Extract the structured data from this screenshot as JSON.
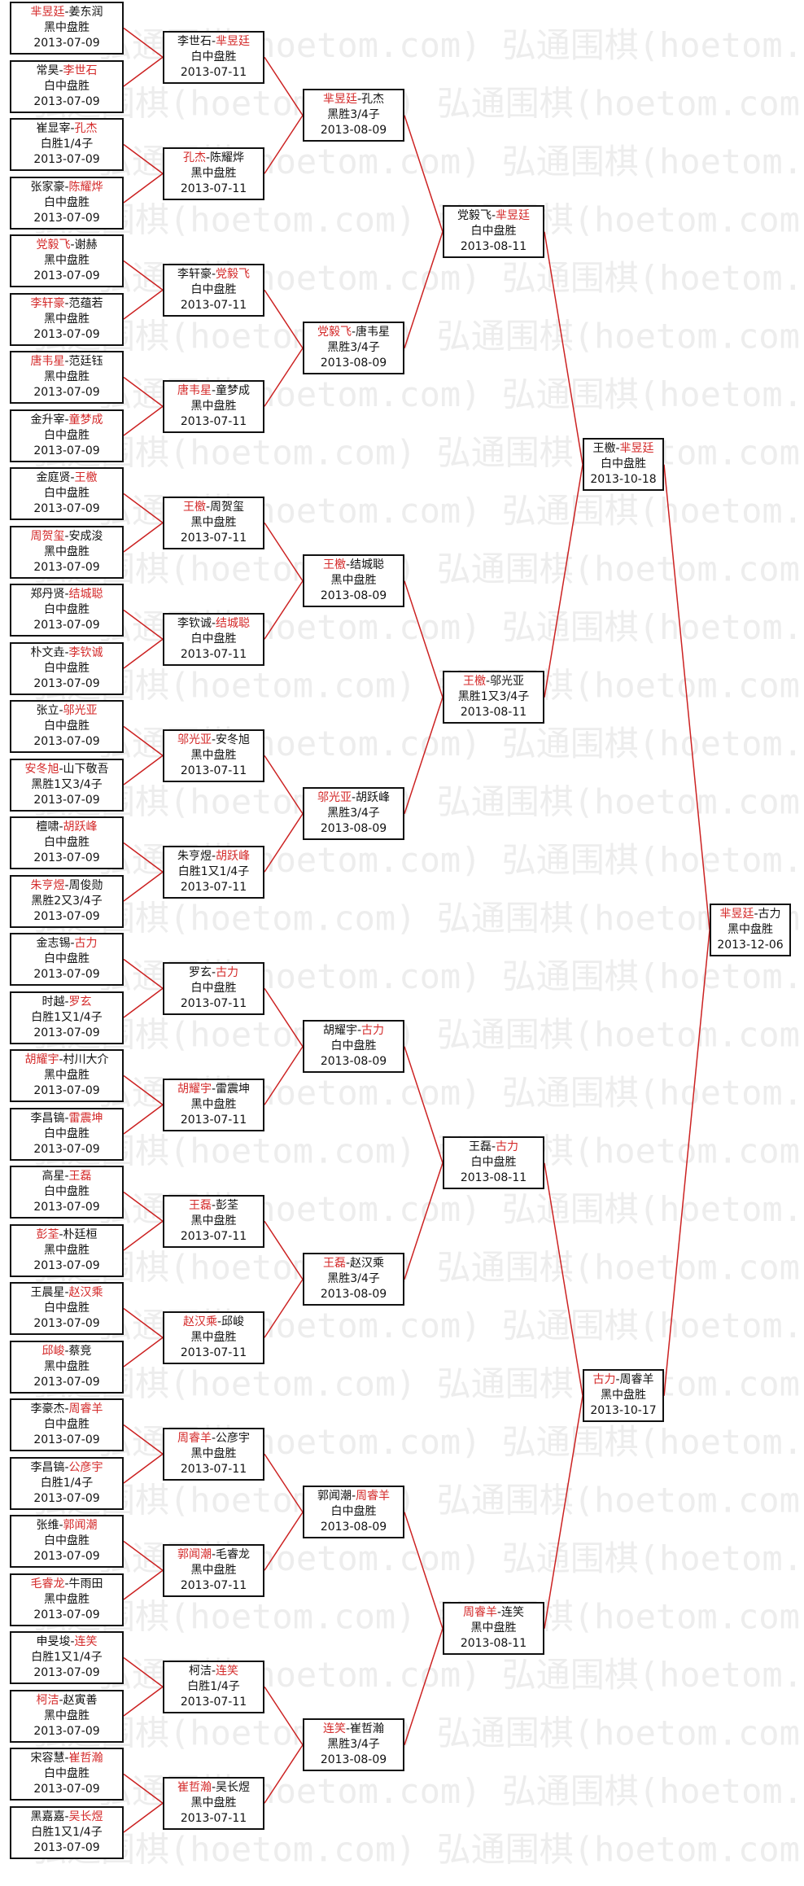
{
  "watermark": {
    "text": "弘通围棋(hoetom.com)",
    "color": "#ededed"
  },
  "colors": {
    "winner_text": "#d42a2a",
    "line": "#cc2222",
    "border": "#111111"
  },
  "rounds": [
    {
      "name": "round1",
      "matches": [
        {
          "p1": "芈昱廷",
          "p2": "姜东润",
          "winner": 1,
          "result": "黑中盘胜",
          "date": "2013-07-09"
        },
        {
          "p1": "常昊",
          "p2": "李世石",
          "winner": 2,
          "result": "白中盘胜",
          "date": "2013-07-09"
        },
        {
          "p1": "崔显宰",
          "p2": "孔杰",
          "winner": 2,
          "result": "白胜1/4子",
          "date": "2013-07-09"
        },
        {
          "p1": "张家豪",
          "p2": "陈耀烨",
          "winner": 2,
          "result": "白中盘胜",
          "date": "2013-07-09"
        },
        {
          "p1": "党毅飞",
          "p2": "谢赫",
          "winner": 1,
          "result": "黑中盘胜",
          "date": "2013-07-09"
        },
        {
          "p1": "李轩豪",
          "p2": "范蕴若",
          "winner": 1,
          "result": "黑中盘胜",
          "date": "2013-07-09"
        },
        {
          "p1": "唐韦星",
          "p2": "范廷钰",
          "winner": 1,
          "result": "黑中盘胜",
          "date": "2013-07-09"
        },
        {
          "p1": "金升宰",
          "p2": "童梦成",
          "winner": 2,
          "result": "白中盘胜",
          "date": "2013-07-09"
        },
        {
          "p1": "金庭贤",
          "p2": "王檄",
          "winner": 2,
          "result": "白中盘胜",
          "date": "2013-07-09"
        },
        {
          "p1": "周贺玺",
          "p2": "安成浚",
          "winner": 1,
          "result": "黑中盘胜",
          "date": "2013-07-09"
        },
        {
          "p1": "郑丹贤",
          "p2": "结城聪",
          "winner": 2,
          "result": "白中盘胜",
          "date": "2013-07-09"
        },
        {
          "p1": "朴文垚",
          "p2": "李钦诚",
          "winner": 2,
          "result": "白中盘胜",
          "date": "2013-07-09"
        },
        {
          "p1": "张立",
          "p2": "邬光亚",
          "winner": 2,
          "result": "白中盘胜",
          "date": "2013-07-09"
        },
        {
          "p1": "安冬旭",
          "p2": "山下敬吾",
          "winner": 1,
          "result": "黑胜1又3/4子",
          "date": "2013-07-09"
        },
        {
          "p1": "檀啸",
          "p2": "胡跃峰",
          "winner": 2,
          "result": "白中盘胜",
          "date": "2013-07-09"
        },
        {
          "p1": "朱亨煜",
          "p2": "周俊勋",
          "winner": 1,
          "result": "黑胜2又3/4子",
          "date": "2013-07-09"
        },
        {
          "p1": "金志锡",
          "p2": "古力",
          "winner": 2,
          "result": "白中盘胜",
          "date": "2013-07-09"
        },
        {
          "p1": "时越",
          "p2": "罗玄",
          "winner": 2,
          "result": "白胜1又1/4子",
          "date": "2013-07-09"
        },
        {
          "p1": "胡耀宇",
          "p2": "村川大介",
          "winner": 1,
          "result": "黑中盘胜",
          "date": "2013-07-09"
        },
        {
          "p1": "李昌镐",
          "p2": "雷震坤",
          "winner": 2,
          "result": "白中盘胜",
          "date": "2013-07-09"
        },
        {
          "p1": "高星",
          "p2": "王磊",
          "winner": 2,
          "result": "白中盘胜",
          "date": "2013-07-09"
        },
        {
          "p1": "彭荃",
          "p2": "朴廷桓",
          "winner": 1,
          "result": "黑中盘胜",
          "date": "2013-07-09"
        },
        {
          "p1": "王晨星",
          "p2": "赵汉乘",
          "winner": 2,
          "result": "白中盘胜",
          "date": "2013-07-09"
        },
        {
          "p1": "邱峻",
          "p2": "蔡竞",
          "winner": 1,
          "result": "黑中盘胜",
          "date": "2013-07-09"
        },
        {
          "p1": "李豪杰",
          "p2": "周睿羊",
          "winner": 2,
          "result": "白中盘胜",
          "date": "2013-07-09"
        },
        {
          "p1": "李昌镐",
          "p2": "公彦宇",
          "winner": 2,
          "result": "白胜1/4子",
          "date": "2013-07-09"
        },
        {
          "p1": "张维",
          "p2": "郭闻潮",
          "winner": 2,
          "result": "白中盘胜",
          "date": "2013-07-09"
        },
        {
          "p1": "毛睿龙",
          "p2": "牛雨田",
          "winner": 1,
          "result": "黑中盘胜",
          "date": "2013-07-09"
        },
        {
          "p1": "申旻埈",
          "p2": "连笑",
          "winner": 2,
          "result": "白胜1又1/4子",
          "date": "2013-07-09"
        },
        {
          "p1": "柯洁",
          "p2": "赵寅善",
          "winner": 1,
          "result": "黑中盘胜",
          "date": "2013-07-09"
        },
        {
          "p1": "宋容慧",
          "p2": "崔哲瀚",
          "winner": 2,
          "result": "白中盘胜",
          "date": "2013-07-09"
        },
        {
          "p1": "黑嘉嘉",
          "p2": "吴长煜",
          "winner": 2,
          "result": "白胜1又1/4子",
          "date": "2013-07-09"
        }
      ]
    },
    {
      "name": "round2",
      "matches": [
        {
          "p1": "李世石",
          "p2": "芈昱廷",
          "winner": 2,
          "result": "白中盘胜",
          "date": "2013-07-11"
        },
        {
          "p1": "孔杰",
          "p2": "陈耀烨",
          "winner": 1,
          "result": "黑中盘胜",
          "date": "2013-07-11"
        },
        {
          "p1": "李轩豪",
          "p2": "党毅飞",
          "winner": 2,
          "result": "白中盘胜",
          "date": "2013-07-11"
        },
        {
          "p1": "唐韦星",
          "p2": "童梦成",
          "winner": 1,
          "result": "黑中盘胜",
          "date": "2013-07-11"
        },
        {
          "p1": "王檄",
          "p2": "周贺玺",
          "winner": 1,
          "result": "黑中盘胜",
          "date": "2013-07-11"
        },
        {
          "p1": "李钦诚",
          "p2": "结城聪",
          "winner": 2,
          "result": "白中盘胜",
          "date": "2013-07-11"
        },
        {
          "p1": "邬光亚",
          "p2": "安冬旭",
          "winner": 1,
          "result": "黑中盘胜",
          "date": "2013-07-11"
        },
        {
          "p1": "朱亨煜",
          "p2": "胡跃峰",
          "winner": 2,
          "result": "白胜1又1/4子",
          "date": "2013-07-11"
        },
        {
          "p1": "罗玄",
          "p2": "古力",
          "winner": 2,
          "result": "白中盘胜",
          "date": "2013-07-11"
        },
        {
          "p1": "胡耀宇",
          "p2": "雷震坤",
          "winner": 1,
          "result": "黑中盘胜",
          "date": "2013-07-11"
        },
        {
          "p1": "王磊",
          "p2": "彭荃",
          "winner": 1,
          "result": "黑中盘胜",
          "date": "2013-07-11"
        },
        {
          "p1": "赵汉乘",
          "p2": "邱峻",
          "winner": 1,
          "result": "黑中盘胜",
          "date": "2013-07-11"
        },
        {
          "p1": "周睿羊",
          "p2": "公彦宇",
          "winner": 1,
          "result": "黑中盘胜",
          "date": "2013-07-11"
        },
        {
          "p1": "郭闻潮",
          "p2": "毛睿龙",
          "winner": 1,
          "result": "黑中盘胜",
          "date": "2013-07-11"
        },
        {
          "p1": "柯洁",
          "p2": "连笑",
          "winner": 2,
          "result": "白胜1/4子",
          "date": "2013-07-11"
        },
        {
          "p1": "崔哲瀚",
          "p2": "吴长煜",
          "winner": 1,
          "result": "黑中盘胜",
          "date": "2013-07-11"
        }
      ]
    },
    {
      "name": "round3",
      "matches": [
        {
          "p1": "芈昱廷",
          "p2": "孔杰",
          "winner": 1,
          "result": "黑胜3/4子",
          "date": "2013-08-09"
        },
        {
          "p1": "党毅飞",
          "p2": "唐韦星",
          "winner": 1,
          "result": "黑胜3/4子",
          "date": "2013-08-09"
        },
        {
          "p1": "王檄",
          "p2": "结城聪",
          "winner": 1,
          "result": "黑中盘胜",
          "date": "2013-08-09"
        },
        {
          "p1": "邬光亚",
          "p2": "胡跃峰",
          "winner": 1,
          "result": "黑胜3/4子",
          "date": "2013-08-09"
        },
        {
          "p1": "胡耀宇",
          "p2": "古力",
          "winner": 2,
          "result": "白中盘胜",
          "date": "2013-08-09"
        },
        {
          "p1": "王磊",
          "p2": "赵汉乘",
          "winner": 1,
          "result": "黑胜3/4子",
          "date": "2013-08-09"
        },
        {
          "p1": "郭闻潮",
          "p2": "周睿羊",
          "winner": 2,
          "result": "白中盘胜",
          "date": "2013-08-09"
        },
        {
          "p1": "连笑",
          "p2": "崔哲瀚",
          "winner": 1,
          "result": "黑胜3/4子",
          "date": "2013-08-09"
        }
      ]
    },
    {
      "name": "round4",
      "matches": [
        {
          "p1": "党毅飞",
          "p2": "芈昱廷",
          "winner": 2,
          "result": "白中盘胜",
          "date": "2013-08-11"
        },
        {
          "p1": "王檄",
          "p2": "邬光亚",
          "winner": 1,
          "result": "黑胜1又3/4子",
          "date": "2013-08-11"
        },
        {
          "p1": "王磊",
          "p2": "古力",
          "winner": 2,
          "result": "白中盘胜",
          "date": "2013-08-11"
        },
        {
          "p1": "周睿羊",
          "p2": "连笑",
          "winner": 1,
          "result": "黑中盘胜",
          "date": "2013-08-11"
        }
      ]
    },
    {
      "name": "semifinal",
      "matches": [
        {
          "p1": "王檄",
          "p2": "芈昱廷",
          "winner": 2,
          "result": "白中盘胜",
          "date": "2013-10-18"
        },
        {
          "p1": "古力",
          "p2": "周睿羊",
          "winner": 1,
          "result": "黑中盘胜",
          "date": "2013-10-17"
        }
      ]
    },
    {
      "name": "final",
      "matches": [
        {
          "p1": "芈昱廷",
          "p2": "古力",
          "winner": 1,
          "result": "黑中盘胜",
          "date": "2013-12-06"
        }
      ]
    }
  ]
}
